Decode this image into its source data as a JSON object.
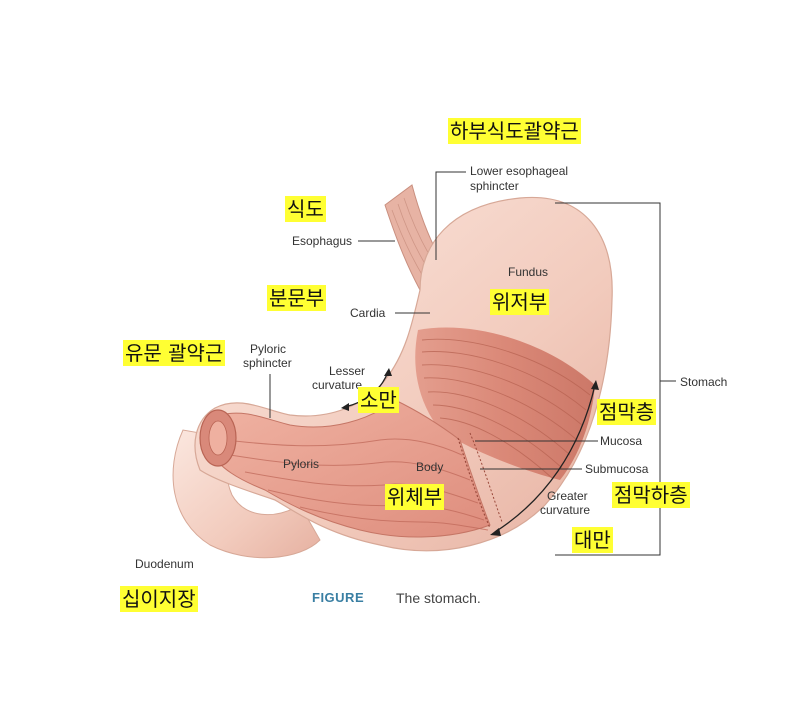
{
  "figure": {
    "caption_label": "FIGURE",
    "caption_text": "The stomach."
  },
  "labels_en": {
    "lower_esophageal_sphincter_1": "Lower esophageal",
    "lower_esophageal_sphincter_2": "sphincter",
    "esophagus": "Esophagus",
    "fundus": "Fundus",
    "cardia": "Cardia",
    "pyloric_sphincter_1": "Pyloric",
    "pyloric_sphincter_2": "sphincter",
    "lesser_curvature_1": "Lesser",
    "lesser_curvature_2": "curvature",
    "stomach": "Stomach",
    "mucosa": "Mucosa",
    "pyloris": "Pyloris",
    "body": "Body",
    "submucosa": "Submucosa",
    "greater_curvature_1": "Greater",
    "greater_curvature_2": "curvature",
    "duodenum": "Duodenum"
  },
  "labels_kr": {
    "lower_esophageal_sphincter": "하부식도괄약근",
    "esophagus": "식도",
    "cardia": "분문부",
    "fundus": "위저부",
    "pyloric_sphincter": "유문 괄약근",
    "lesser_curvature": "소만",
    "mucosa": "점막층",
    "body": "위체부",
    "submucosa": "점막하층",
    "greater_curvature": "대만",
    "duodenum": "십이지장"
  },
  "colors": {
    "highlight": "#ffff33",
    "tissue_outer": "#f4d2c6",
    "tissue_muscle": "#d98a7c",
    "tissue_inner": "#e9a292",
    "caption_accent": "#3a7fa3"
  }
}
